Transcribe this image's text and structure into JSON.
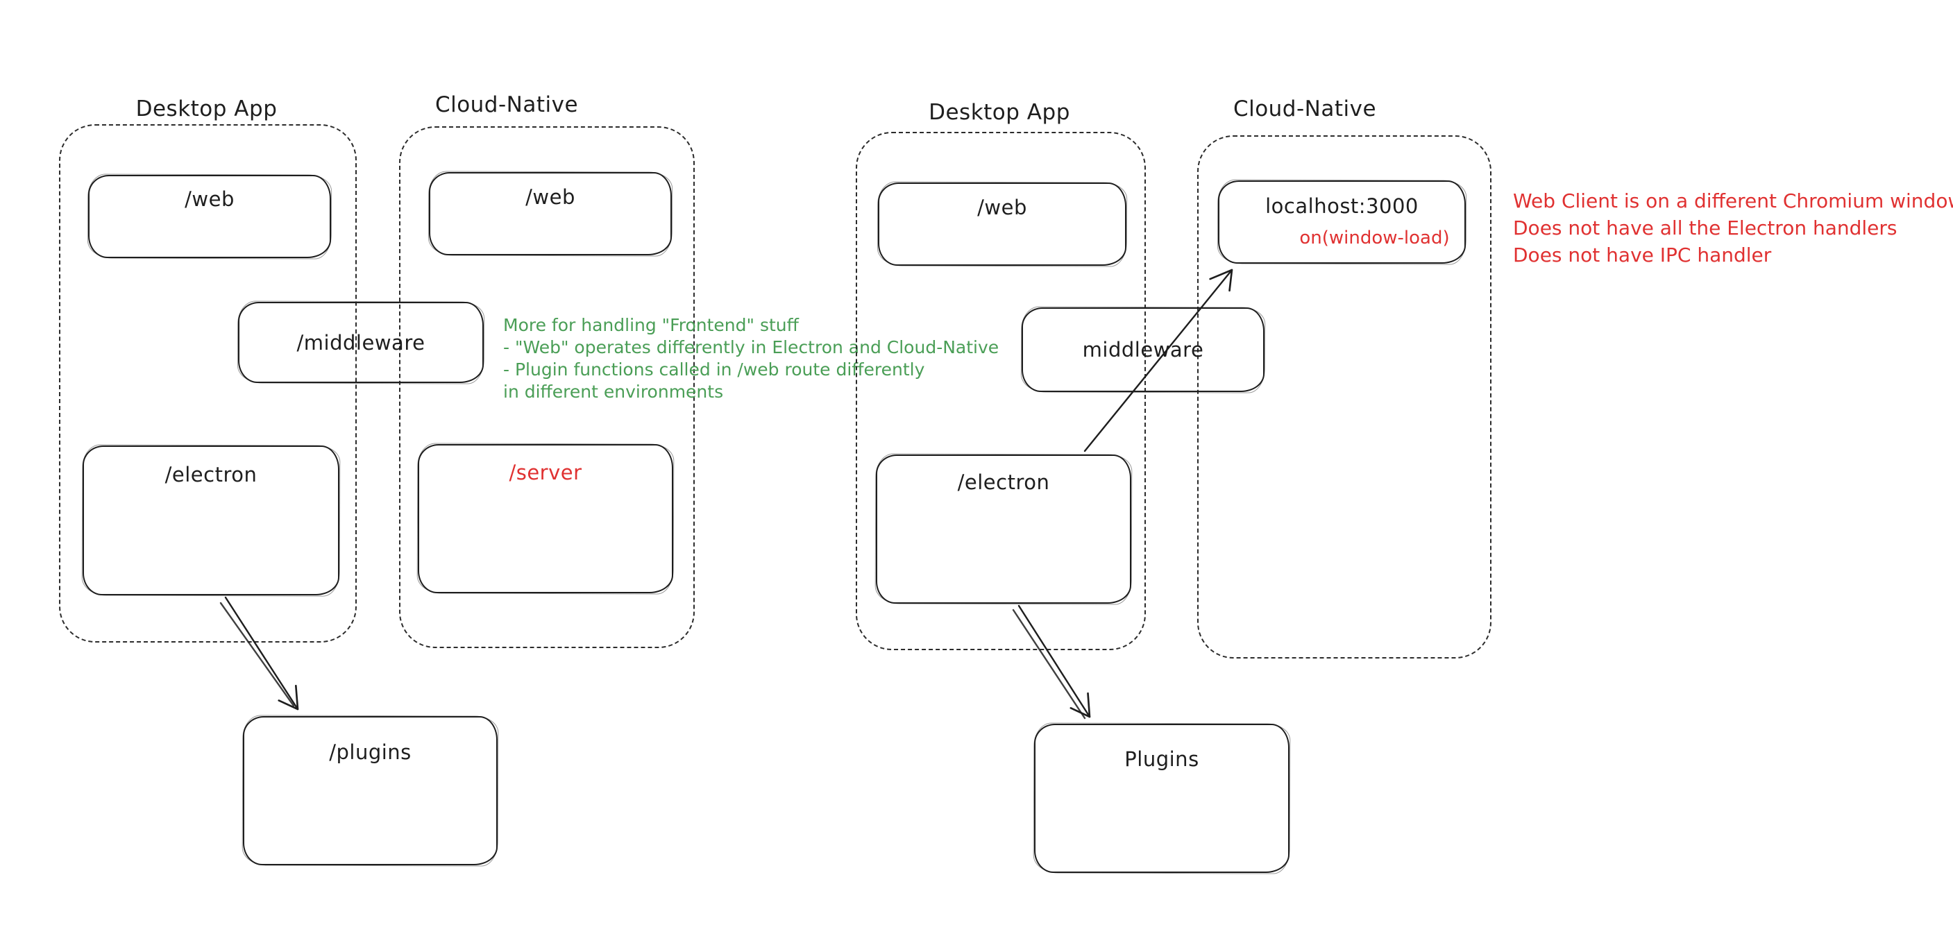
{
  "colors": {
    "ink": "#1e1e1e",
    "green": "#4a9e56",
    "red": "#e03131",
    "background": "#ffffff"
  },
  "left_diagram": {
    "desktop": {
      "title": "Desktop App",
      "web_label": "/web",
      "middleware_label": "/middleware",
      "electron_label": "/electron"
    },
    "cloud": {
      "title": "Cloud-Native",
      "web_label": "/web",
      "server_label": "/server"
    },
    "plugins_label": "/plugins",
    "green_note": {
      "lines": [
        "More for handling \"Frontend\" stuff",
        "- \"Web\" operates differently in Electron and Cloud-Native",
        "- Plugin functions called in /web route differently",
        "in different environments"
      ]
    }
  },
  "right_diagram": {
    "desktop": {
      "title": "Desktop App",
      "web_label": "/web",
      "middleware_label": "middleware",
      "electron_label": "/electron"
    },
    "cloud": {
      "title": "Cloud-Native",
      "localhost_label": "localhost:3000",
      "window_load_label": "on(window-load)"
    },
    "plugins_label": "Plugins",
    "red_note": {
      "lines": [
        "Web Client is on a different Chromium window",
        "Does not have all the Electron handlers",
        "Does not have IPC handler"
      ]
    }
  }
}
